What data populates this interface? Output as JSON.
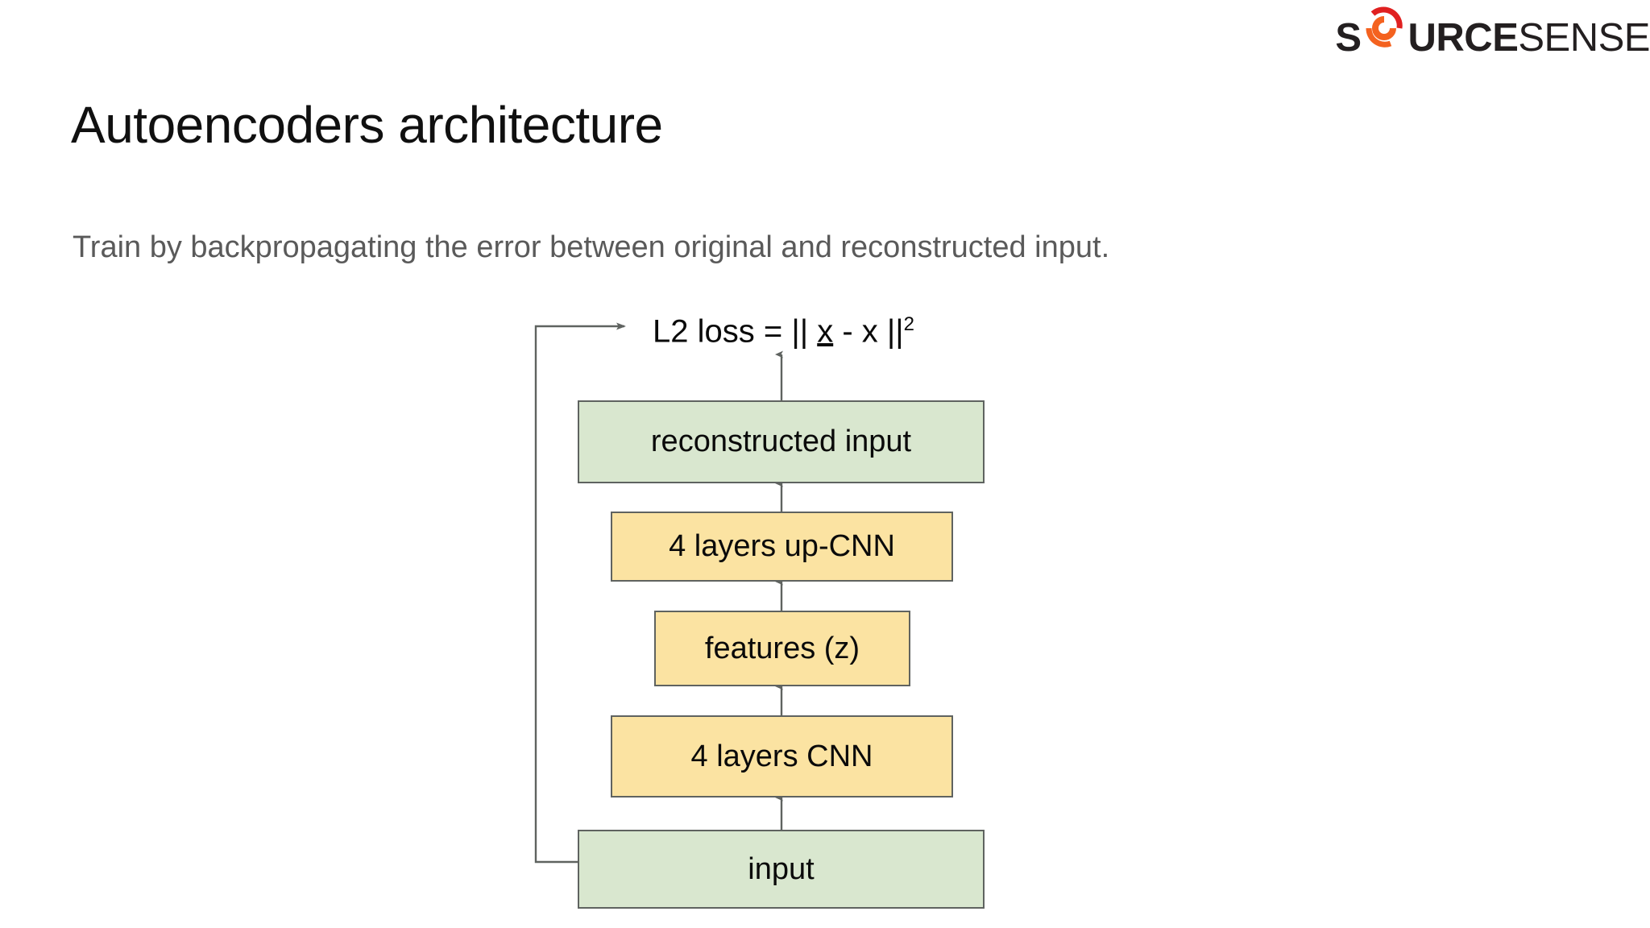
{
  "brand": {
    "logo_source": "SOURCE",
    "logo_sense": "SENSE",
    "logo_mark_name": "sourcesense-swirl-mark",
    "colors": {
      "dark": "#231f20",
      "red": "#e02020",
      "orange": "#f4621f"
    }
  },
  "slide": {
    "title": "Autoencoders architecture",
    "subtitle": "Train by backpropagating the error between original and reconstructed input."
  },
  "diagram": {
    "formula": {
      "prefix": "L2 loss = || ",
      "reconstructed_symbol": "x",
      "middle": " - x ||",
      "exponent": "2"
    },
    "nodes": [
      {
        "id": "reconstructed-input",
        "label": "reconstructed input",
        "kind": "green"
      },
      {
        "id": "up-cnn",
        "label": "4 layers up-CNN",
        "kind": "yellow"
      },
      {
        "id": "features",
        "label": "features (z)",
        "kind": "yellow"
      },
      {
        "id": "cnn",
        "label": "4 layers CNN",
        "kind": "yellow"
      },
      {
        "id": "input",
        "label": "input",
        "kind": "green"
      }
    ],
    "colors": {
      "green_fill": "#d9e7cf",
      "yellow_fill": "#fbe3a2",
      "border": "#5f6360",
      "connector": "#5f6360"
    }
  }
}
